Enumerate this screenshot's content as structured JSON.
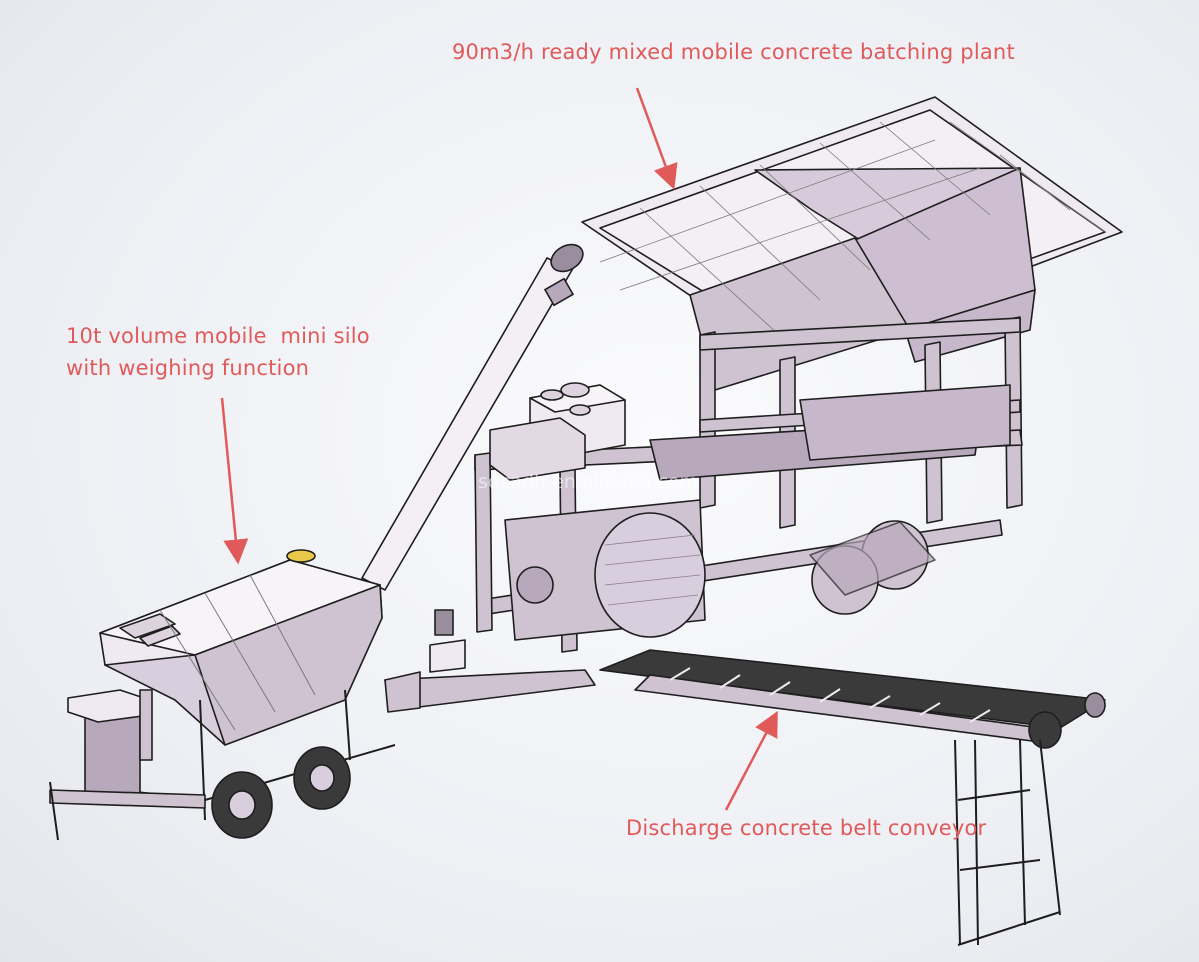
{
  "colors": {
    "annotation": "#e05a5a",
    "outline": "#1e1e1e",
    "body_fill": "#cfc3d2",
    "panel_fill": "#d9cedd",
    "light_fill": "#efeaf1"
  },
  "annotations": {
    "plant": "90m3/h ready mixed mobile concrete batching plant",
    "silo_line1": "10t volume mobile  mini silo",
    "silo_line2": "with weighing function",
    "belt": "Discharge concrete belt conveyor"
  },
  "watermark": "sdcadh.en.alibaba.com"
}
